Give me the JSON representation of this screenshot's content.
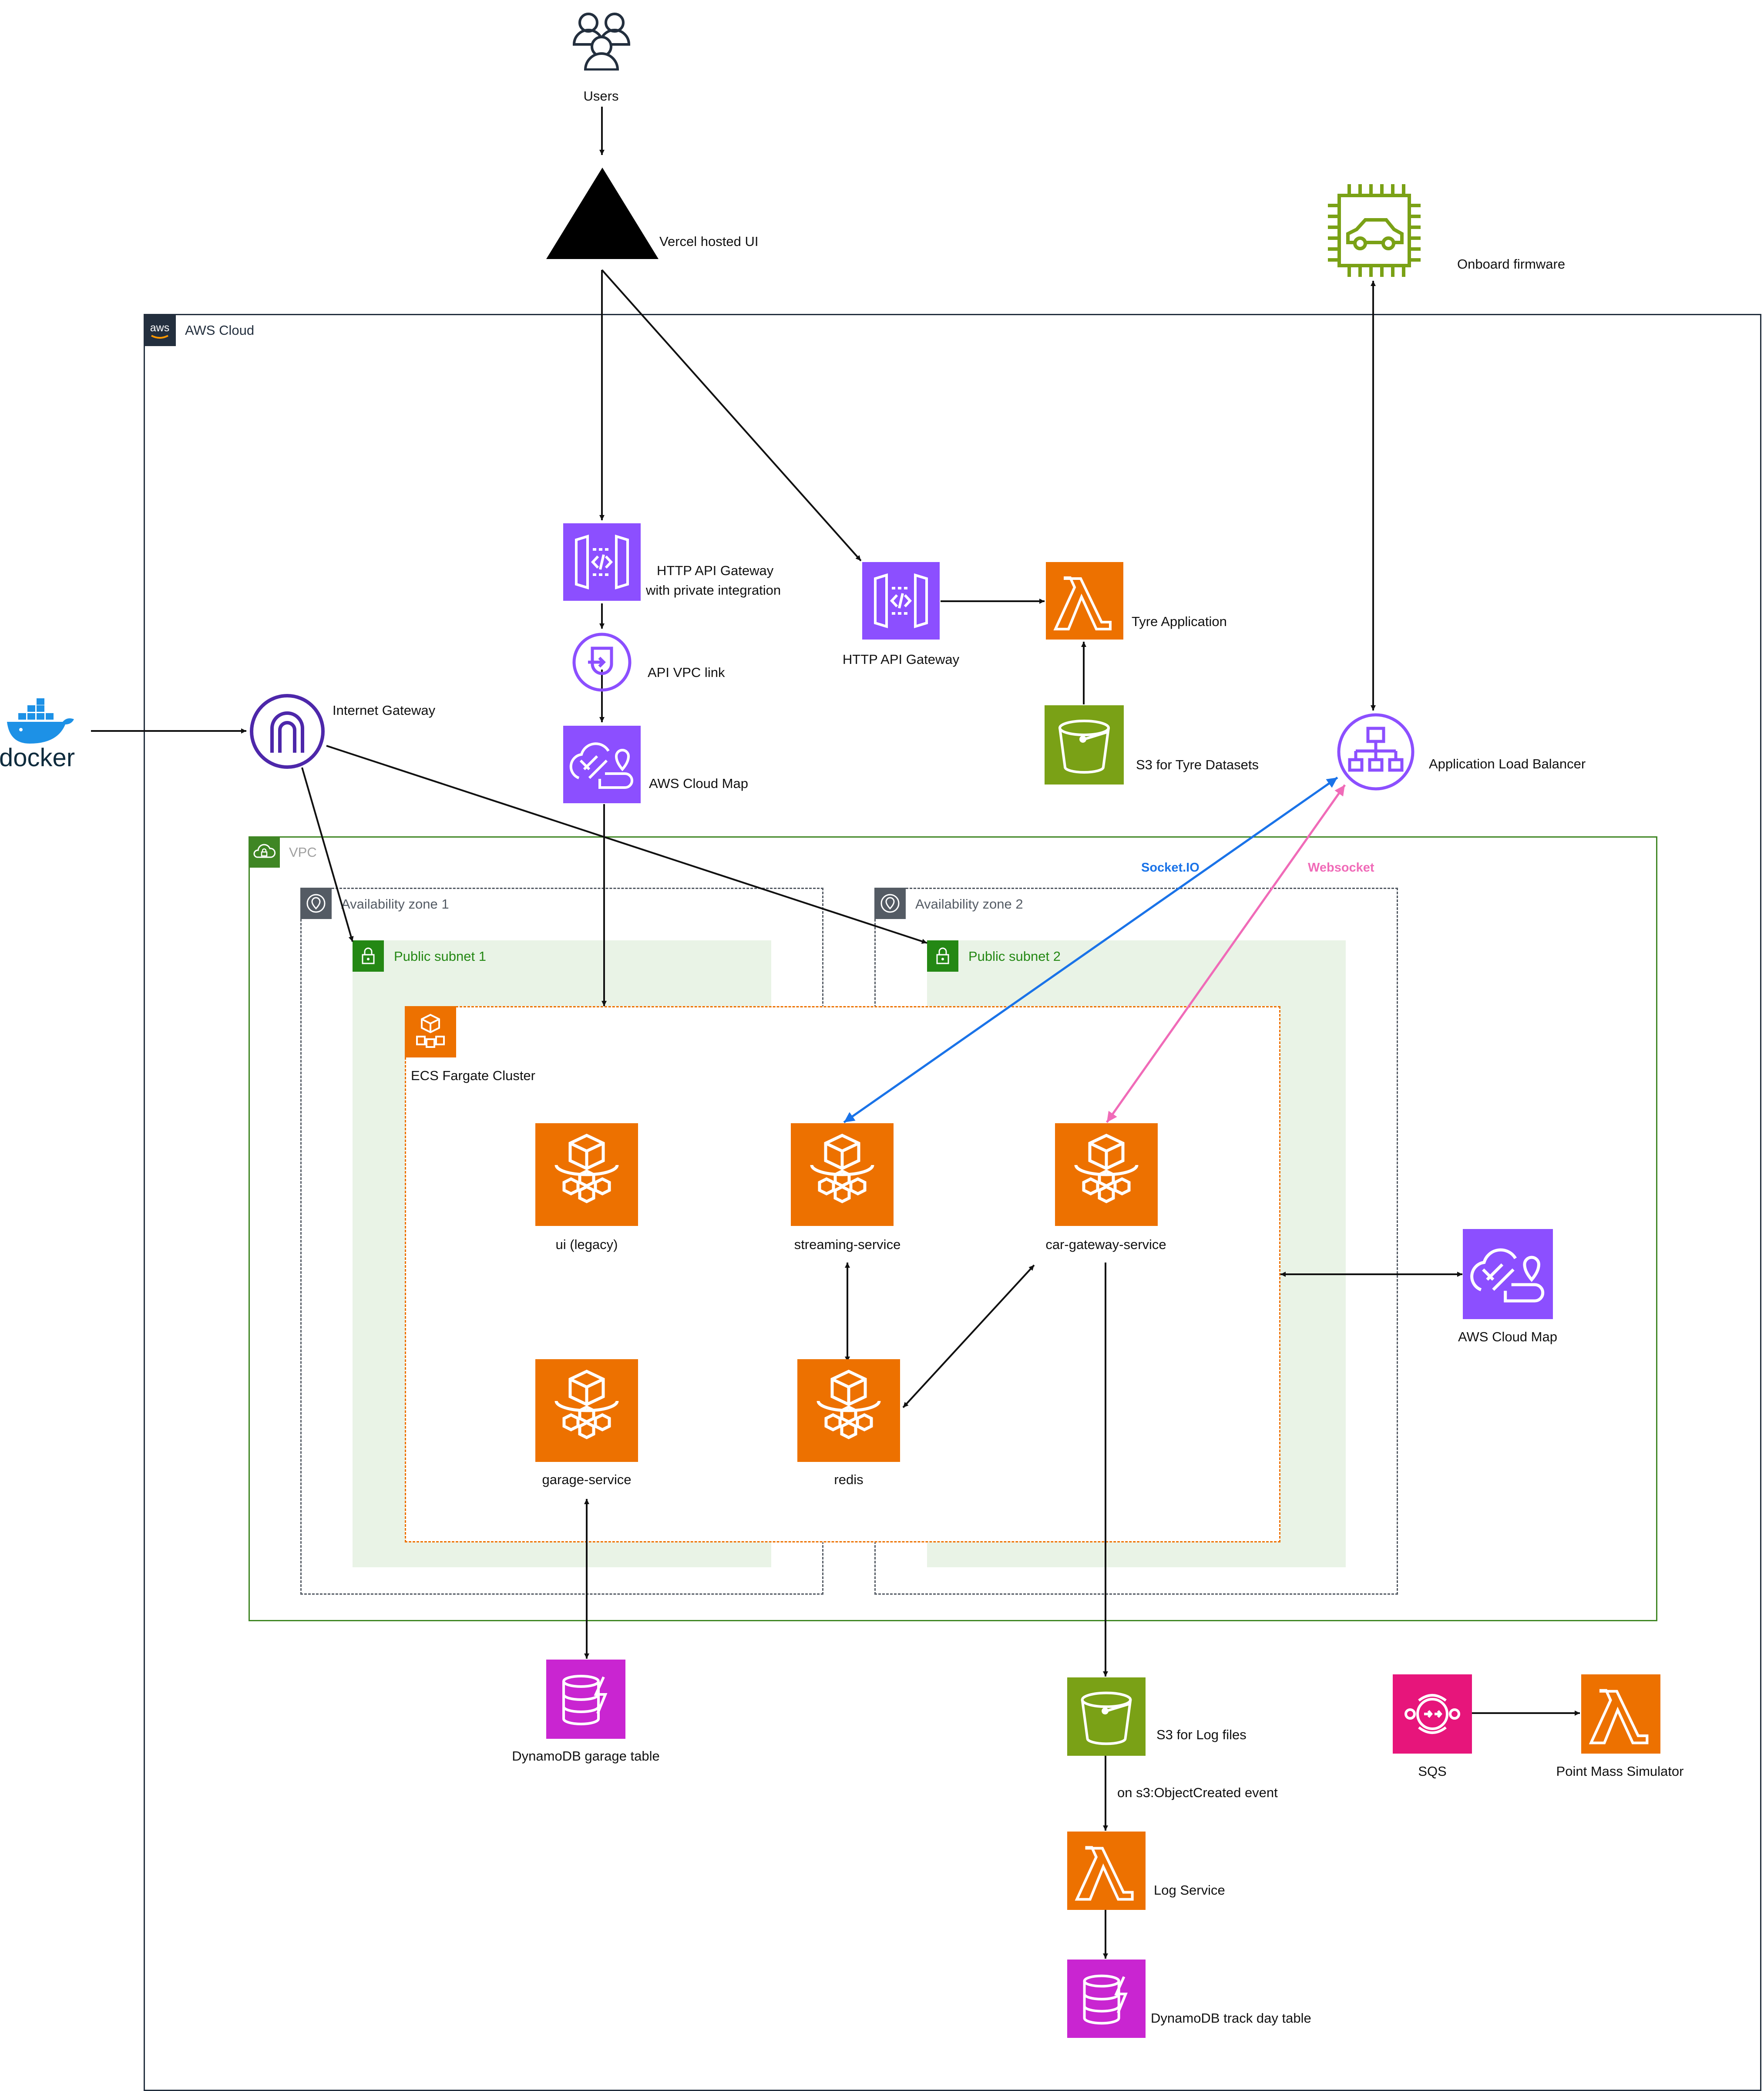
{
  "groups": {
    "aws_cloud": "AWS Cloud",
    "vpc": "VPC",
    "az1": "Availability zone 1",
    "az2": "Availability zone 2",
    "subnet1": "Public subnet 1",
    "subnet2": "Public subnet 2",
    "cluster": "ECS Fargate Cluster"
  },
  "nodes": {
    "users": "Users",
    "vercel": "Vercel hosted UI",
    "firmware": "Onboard firmware",
    "http_api_private_l1": "HTTP API Gateway",
    "http_api_private_l2": "with private integration",
    "vpc_link": "API VPC link",
    "cloud_map_top": "AWS Cloud Map",
    "http_api": "HTTP API Gateway",
    "tyre_app": "Tyre Application",
    "s3_tyre": "S3 for Tyre Datasets",
    "alb": "Application Load Balancer",
    "docker": "docker",
    "igw": "Internet Gateway",
    "ui_legacy": "ui (legacy)",
    "streaming": "streaming-service",
    "car_gateway": "car-gateway-service",
    "garage": "garage-service",
    "redis": "redis",
    "cloud_map_right": "AWS Cloud Map",
    "dynamo_garage": "DynamoDB garage table",
    "s3_logs": "S3 for Log files",
    "s3_event": "on s3:ObjectCreated event",
    "log_service": "Log Service",
    "dynamo_track": "DynamoDB track day table",
    "sqs": "SQS",
    "pms": "Point Mass Simulator"
  },
  "edge_labels": {
    "socketio": "Socket.IO",
    "websocket": "Websocket"
  },
  "icons": {
    "aws_logo": "aws-logo-icon",
    "vpc": "cloud-lock-icon",
    "az": "location-pin-icon",
    "subnet": "padlock-icon",
    "cluster": "ecs-cluster-icon",
    "users": "users-icon",
    "vercel": "triangle-icon",
    "firmware": "car-chip-icon",
    "api_gateway": "api-gateway-icon",
    "vpc_link": "vpc-link-icon",
    "cloud_map": "cloud-map-icon",
    "lambda": "lambda-icon",
    "s3": "s3-bucket-icon",
    "alb": "load-balancer-icon",
    "docker": "docker-whale-icon",
    "igw": "internet-gateway-icon",
    "fargate": "fargate-container-icon",
    "dynamodb": "dynamodb-icon",
    "sqs": "sqs-icon"
  },
  "colors": {
    "compute": "#ED7100",
    "network": "#8C4FFF",
    "storage": "#7AA116",
    "database": "#C925D1",
    "integration": "#E7157B",
    "vpc_border": "#3F8624",
    "subnet_fill": "#E9F3E6",
    "group_grey": "#545B64",
    "socketio": "#1A73E8",
    "websocket": "#F06BB8"
  }
}
